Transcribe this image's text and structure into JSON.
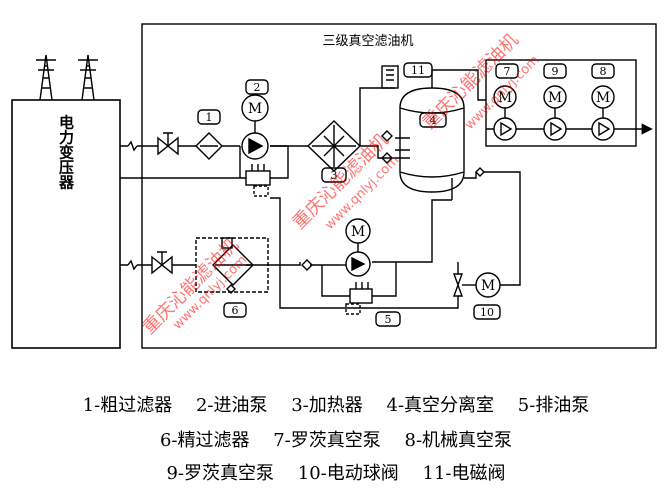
{
  "diagram": {
    "title": "三级真空滤油机",
    "transformer_label": "电力变压器",
    "callouts": [
      "1",
      "2",
      "3",
      "4",
      "5",
      "6",
      "7",
      "8",
      "9",
      "10",
      "11"
    ],
    "motor_symbol": "M"
  },
  "legend": {
    "row1": [
      "1-粗过滤器",
      "2-进油泵",
      "3-加热器",
      "4-真空分离室",
      "5-排油泵"
    ],
    "row2": [
      "6-精过滤器",
      "7-罗茨真空泵",
      "8-机械真空泵"
    ],
    "row3": [
      "9-罗茨真空泵",
      "10-电动球阀",
      "11-电磁阀"
    ]
  },
  "watermark": {
    "text1": "重庆沁能滤油机",
    "text2": "www.qnlyj.com"
  },
  "colors": {
    "line": "#000000",
    "watermark": "#ff0000",
    "background": "#ffffff"
  }
}
